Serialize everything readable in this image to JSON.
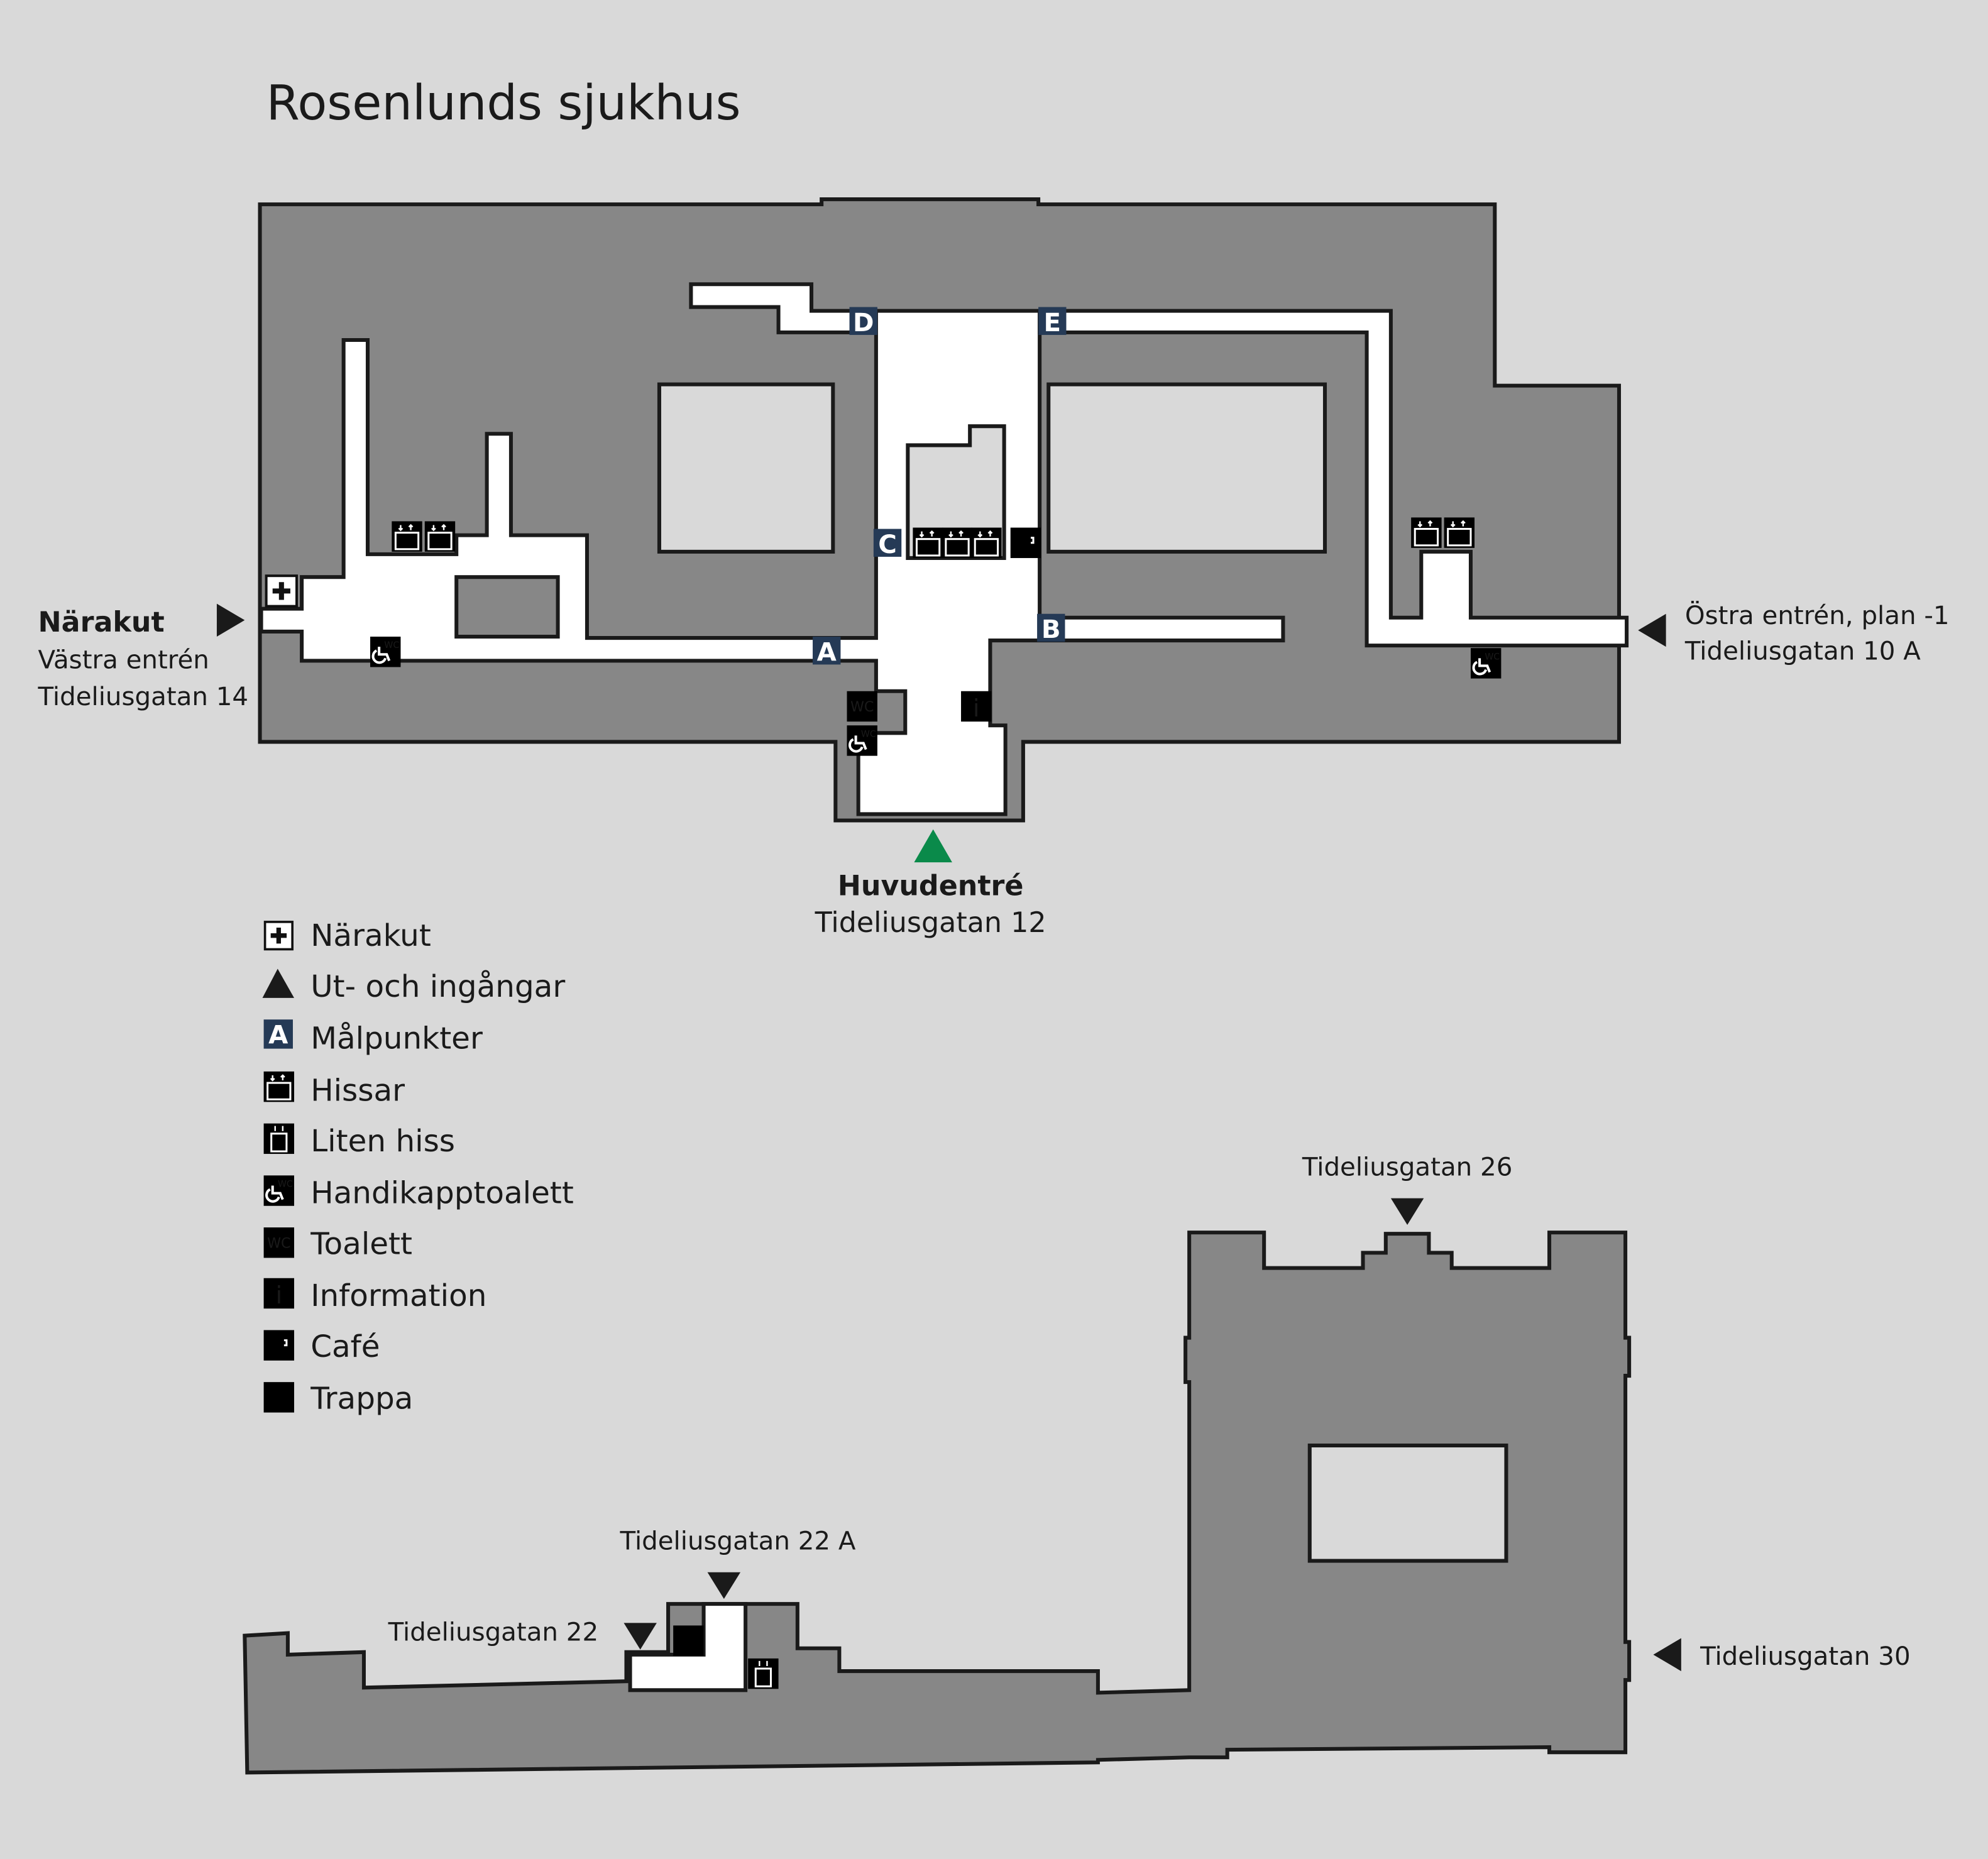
{
  "title": "Rosenlunds sjukhus",
  "entrances": {
    "west": {
      "name": "Närakut",
      "line1": "Västra entrén",
      "line2": "Tideliusgatan 14"
    },
    "main": {
      "name": "Huvudentré",
      "line1": "Tideliusgatan 12"
    },
    "east": {
      "line1": "Östra entrén, plan -1",
      "line2": "Tideliusgatan 10 A"
    },
    "t26": "Tideliusgatan 26",
    "t22a": "Tideliusgatan 22 A",
    "t22": "Tideliusgatan 22",
    "t30": "Tideliusgatan 30"
  },
  "points": [
    "A",
    "B",
    "C",
    "D",
    "E"
  ],
  "icons": {
    "wc": "WC",
    "info": "i"
  },
  "legend": [
    {
      "icon": "emergency-cross-icon",
      "label": "Närakut"
    },
    {
      "icon": "entrance-triangle-icon",
      "label": "Ut- och ingångar"
    },
    {
      "icon": "destination-badge-icon",
      "label": "Målpunkter",
      "badge": "A"
    },
    {
      "icon": "elevator-icon",
      "label": "Hissar"
    },
    {
      "icon": "small-elevator-icon",
      "label": "Liten hiss"
    },
    {
      "icon": "accessible-toilet-icon",
      "label": "Handikapptoalett"
    },
    {
      "icon": "toilet-icon",
      "label": "Toalett"
    },
    {
      "icon": "information-icon",
      "label": "Information"
    },
    {
      "icon": "cafe-icon",
      "label": "Café"
    },
    {
      "icon": "stairs-icon",
      "label": "Trappa"
    }
  ],
  "colors": {
    "background": "#d9d9d9",
    "building": "#878787",
    "badge": "#253a56",
    "main_entrance": "#0a8a4a"
  }
}
